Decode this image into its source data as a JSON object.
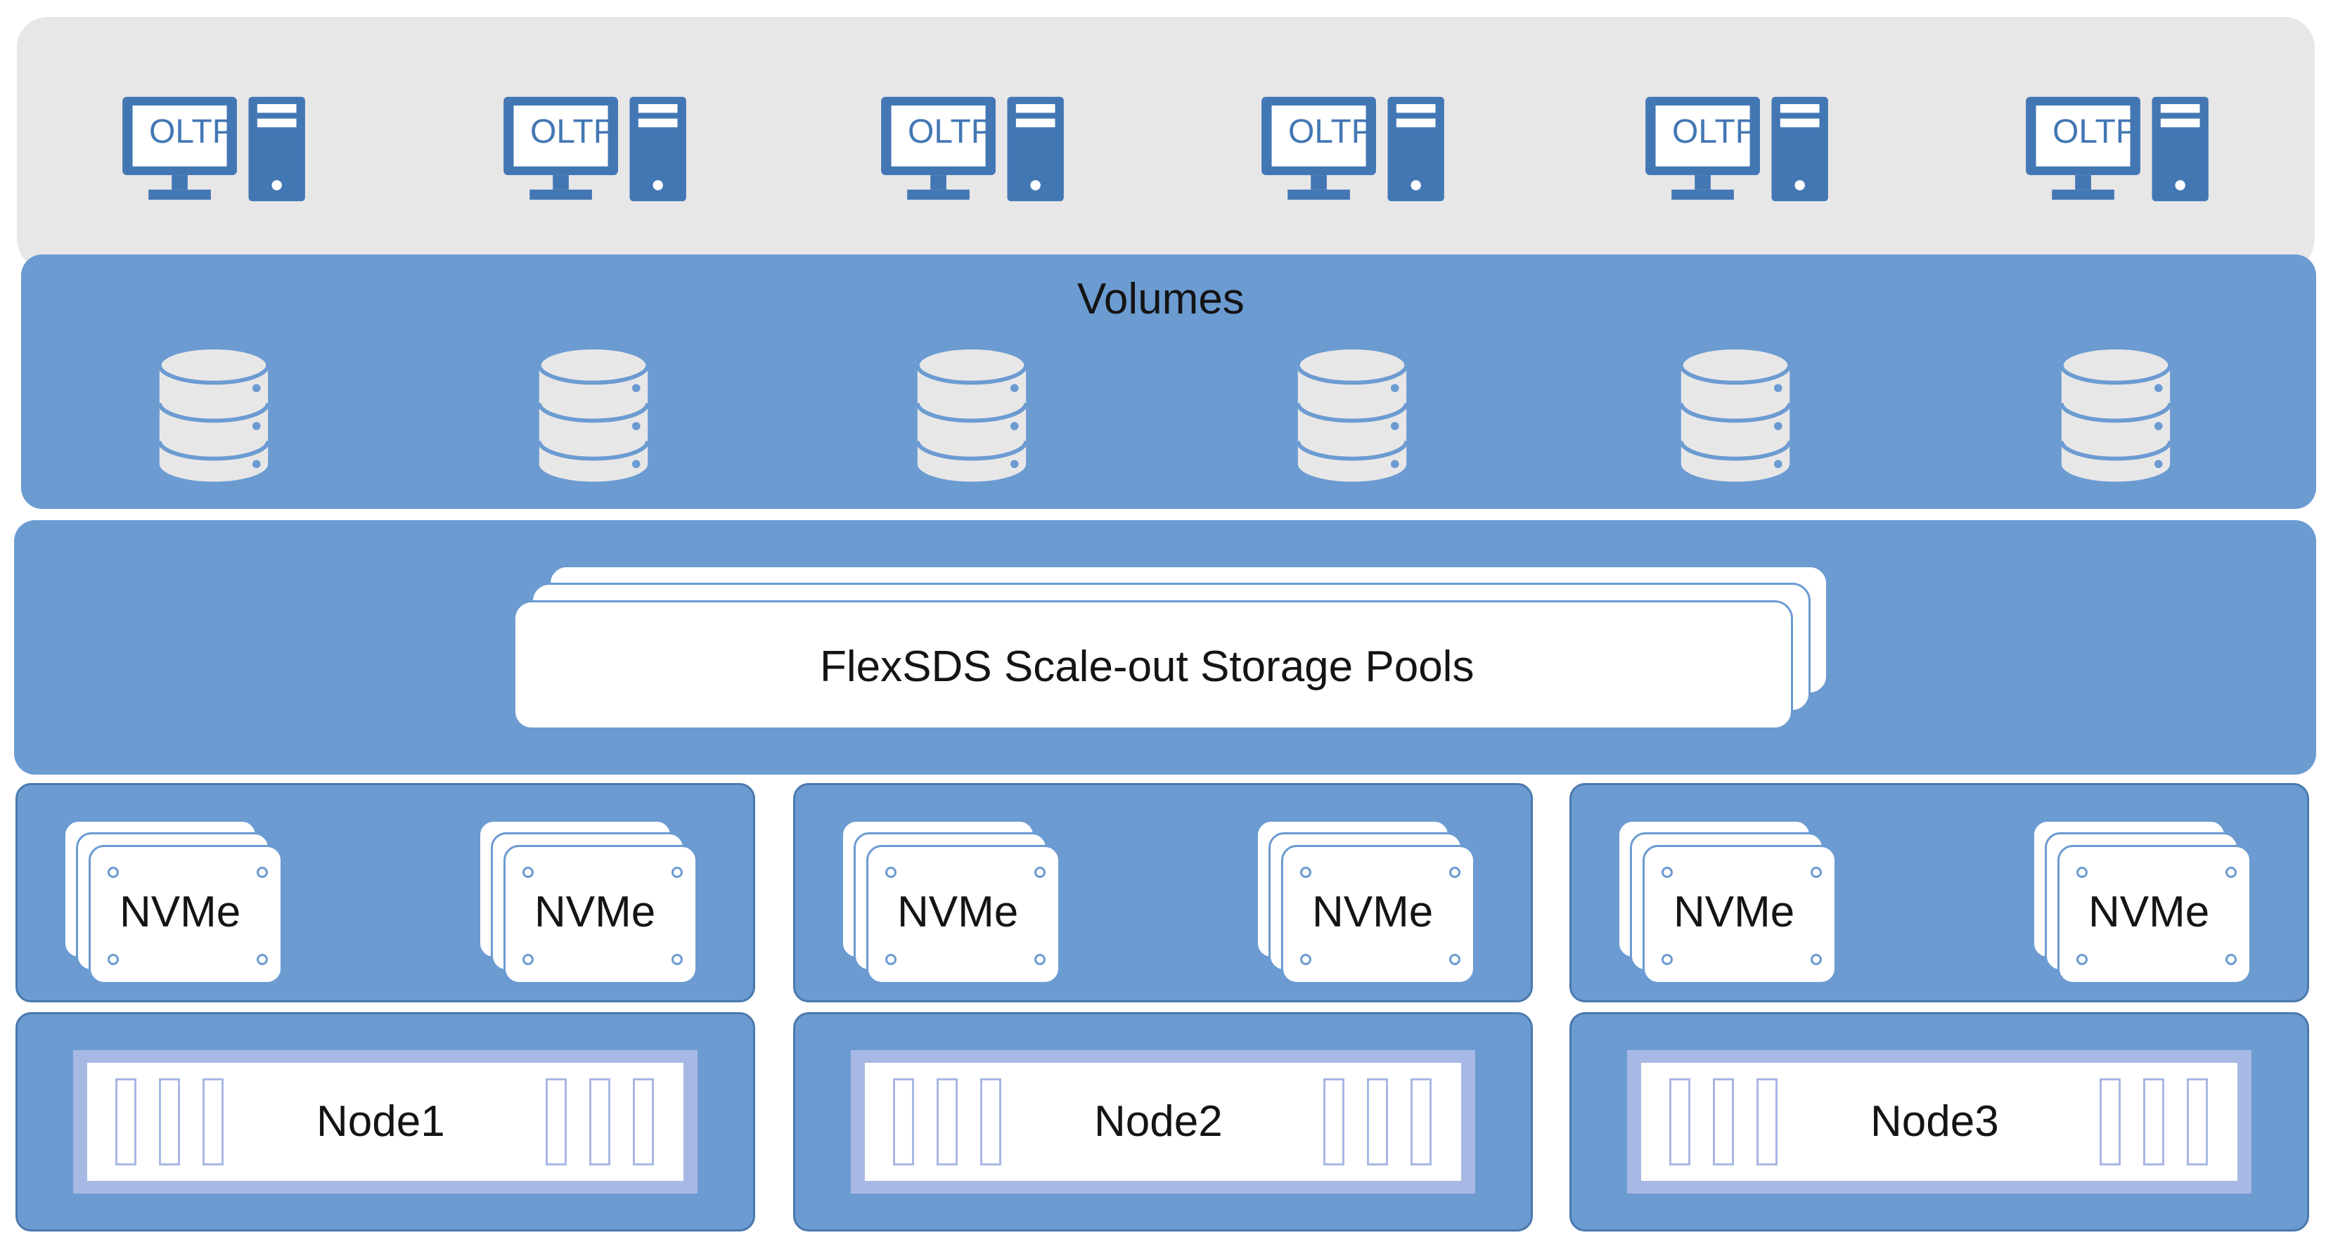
{
  "clients": [
    {
      "label": "OLTP"
    },
    {
      "label": "OLTP"
    },
    {
      "label": "OLTP"
    },
    {
      "label": "OLTP"
    },
    {
      "label": "OLTP"
    },
    {
      "label": "OLTP"
    }
  ],
  "client_icon": "computer-icon",
  "volumes": {
    "title": "Volumes",
    "icon": "database-icon",
    "count": 6
  },
  "storage_pools": {
    "label": "FlexSDS Scale-out Storage Pools"
  },
  "nvme_groups": [
    {
      "drives": [
        {
          "label": "NVMe"
        },
        {
          "label": "NVMe"
        }
      ]
    },
    {
      "drives": [
        {
          "label": "NVMe"
        },
        {
          "label": "NVMe"
        }
      ]
    },
    {
      "drives": [
        {
          "label": "NVMe"
        },
        {
          "label": "NVMe"
        }
      ]
    }
  ],
  "nodes": [
    {
      "label": "Node1"
    },
    {
      "label": "Node2"
    },
    {
      "label": "Node3"
    }
  ],
  "colors": {
    "client_band": "#e8e7e8",
    "layer_blue": "#6b9bd1",
    "icon_blue": "#4377b4",
    "db_gray": "#e8e7e8",
    "slot_lavender": "#a8b8e4"
  }
}
